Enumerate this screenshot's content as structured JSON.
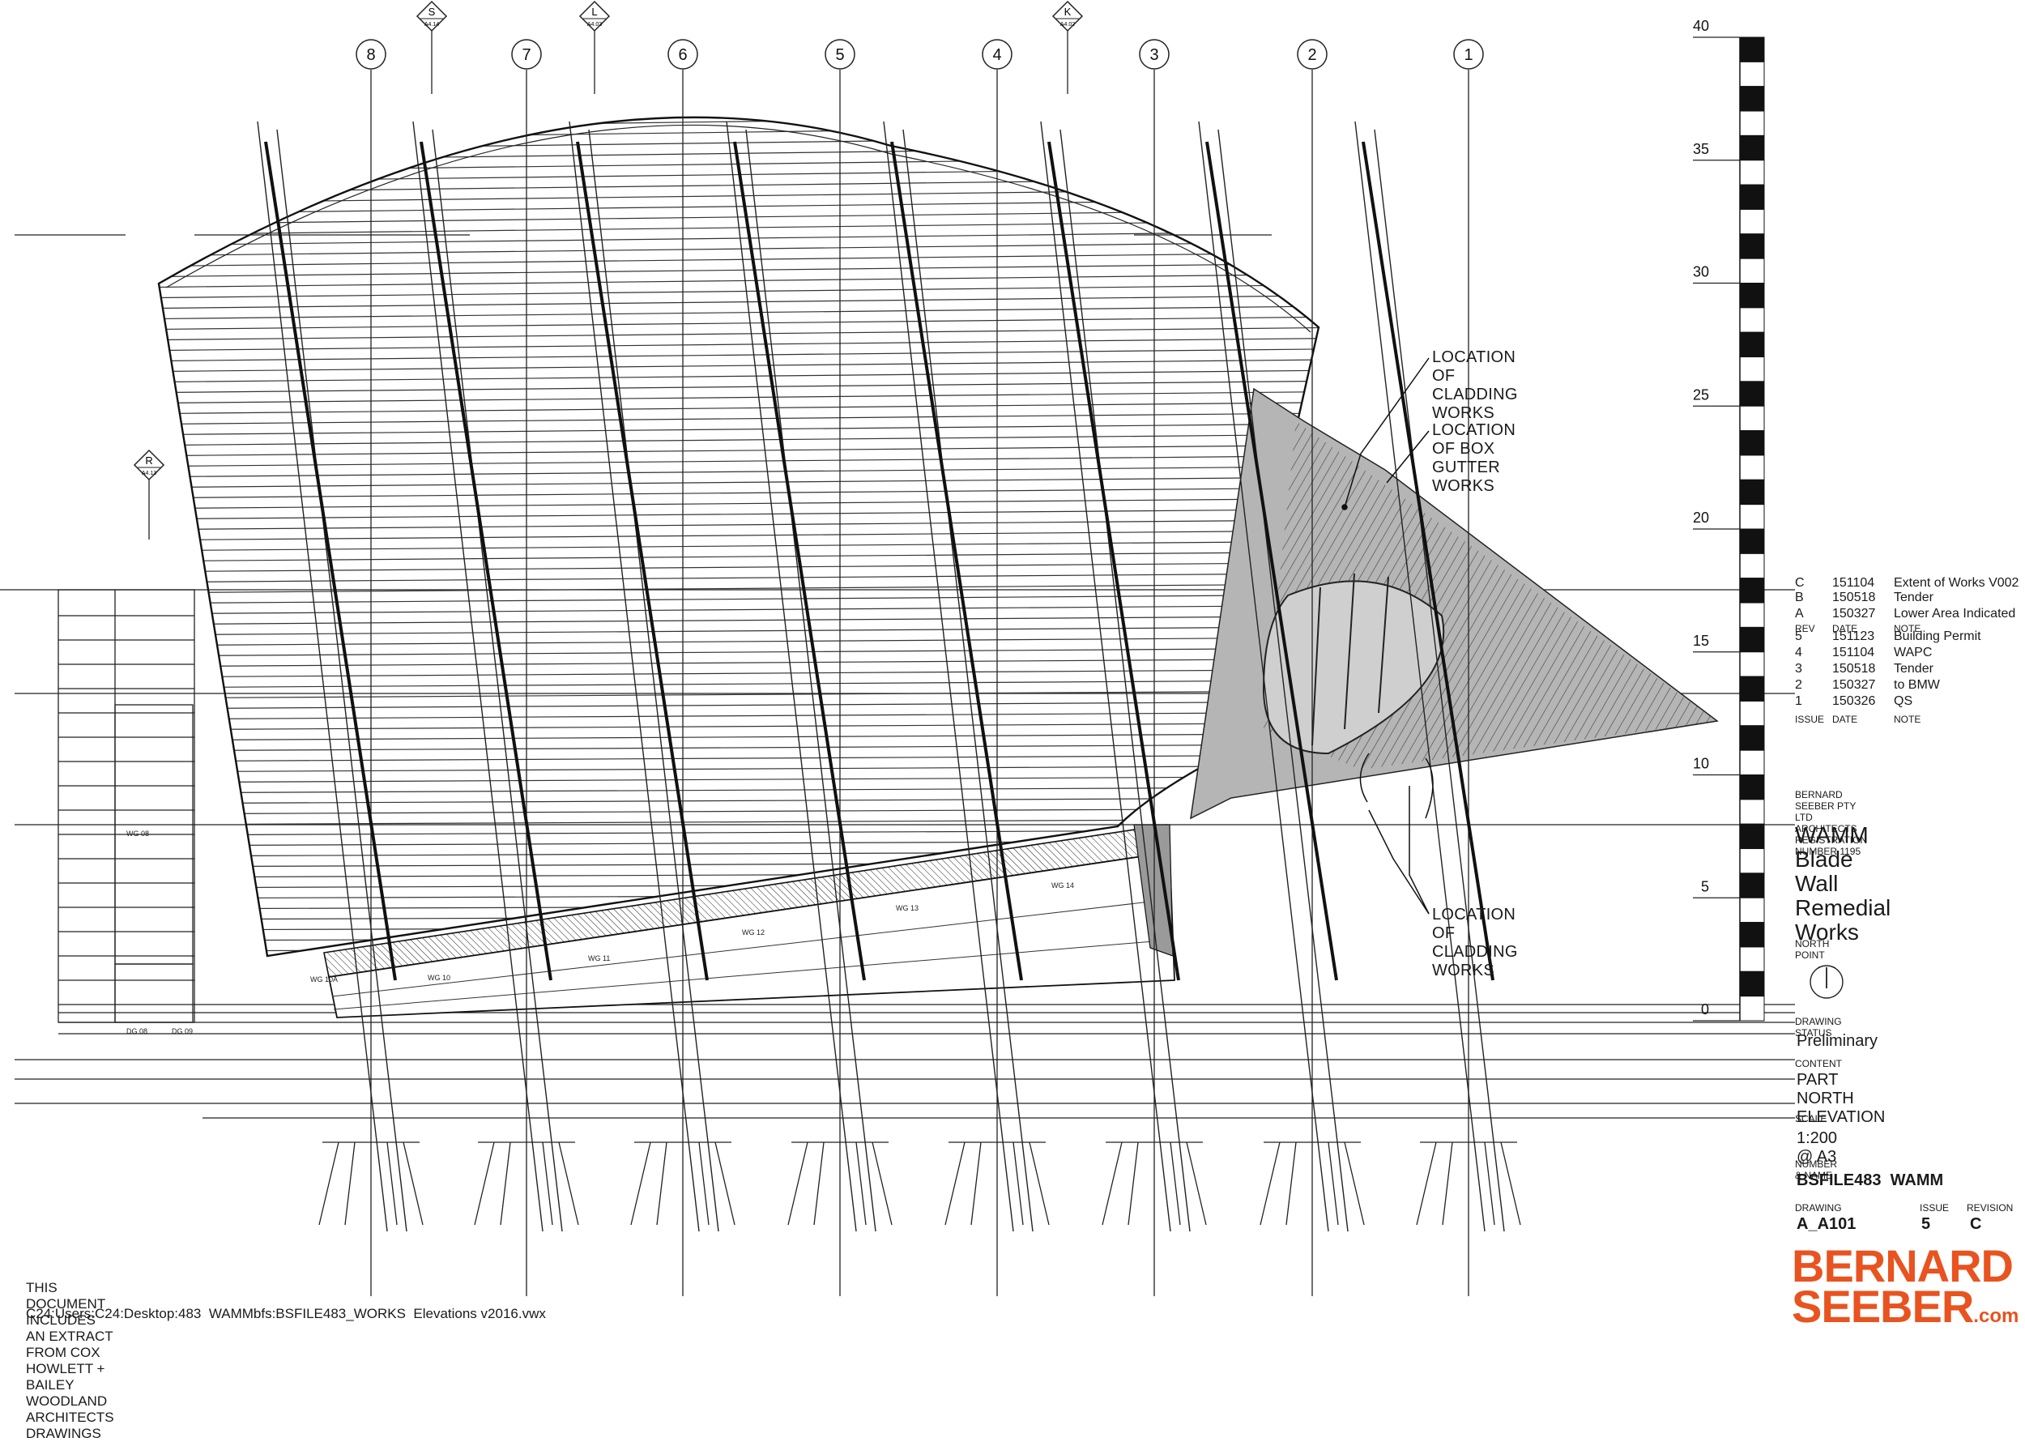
{
  "grid_bubbles": [
    "8",
    "7",
    "6",
    "5",
    "4",
    "3",
    "2",
    "1"
  ],
  "section_markers": [
    {
      "letter": "S",
      "ref": "A4.14"
    },
    {
      "letter": "L",
      "ref": "A4.03"
    },
    {
      "letter": "K",
      "ref": "A4.02"
    },
    {
      "letter": "R",
      "ref": "A4.13"
    }
  ],
  "panel_tags": [
    "WG 08",
    "WG 10A",
    "WG 10",
    "WG 11",
    "WG 12",
    "WG 13",
    "WG 14",
    "DG 08",
    "DG 09"
  ],
  "scale_bar": {
    "labels": [
      "40",
      "35",
      "30",
      "25",
      "20",
      "15",
      "10",
      "5",
      "0"
    ]
  },
  "callouts": {
    "cladding_upper": "LOCATION OF CLADDING WORKS",
    "box_gutter": "LOCATION OF BOX GUTTER WORKS",
    "cladding_lower": "LOCATION OF CLADDING WORKS"
  },
  "revisions": [
    {
      "rev": "C",
      "date": "151104",
      "note": "Extent of Works V002"
    },
    {
      "rev": "B",
      "date": "150518",
      "note": "Tender"
    },
    {
      "rev": "A",
      "date": "150327",
      "note": "Lower Area Indicated"
    }
  ],
  "revision_header": {
    "rev": "REV",
    "date": "DATE",
    "note": "NOTE"
  },
  "issues": [
    {
      "issue": "5",
      "date": "151123",
      "note": "Building Permit"
    },
    {
      "issue": "4",
      "date": "151104",
      "note": "WAPC"
    },
    {
      "issue": "3",
      "date": "150518",
      "note": "Tender"
    },
    {
      "issue": "2",
      "date": "150327",
      "note": "to BMW"
    },
    {
      "issue": "1",
      "date": "150326",
      "note": "QS"
    }
  ],
  "issue_header": {
    "issue": "ISSUE",
    "date": "DATE",
    "note": "NOTE"
  },
  "title_block": {
    "firm_name": "BERNARD SEEBER PTY LTD",
    "registration": "ARCHITECTS REGISTRATION NUMBER 1195",
    "project_line1": "WAMM",
    "project_line2": "Blade Wall",
    "project_line3": "Remedial Works",
    "north_point_label": "NORTH POINT",
    "drawing_status_label": "DRAWING STATUS",
    "drawing_status": "Preliminary",
    "content_label": "CONTENT",
    "content": "PART NORTH ELEVATION",
    "scale_label": "SCALE",
    "scale": "1:200 @ A3",
    "number_name_label": "NUMBER & NAME",
    "number_name": "BSFILE483  WAMM",
    "drawing_label": "DRAWING",
    "drawing": "A_A101",
    "issue_label": "ISSUE",
    "issue": "5",
    "revision_label": "REVISION",
    "revision": "C"
  },
  "logo": {
    "line1": "BERNARD",
    "line2": "SEEBER",
    "suffix": ".com"
  },
  "notes": {
    "extract": "THIS DOCUMENT INCLUDES AN EXTRACT FROM COX HOWLETT + BAILEY WOODLAND ARCHITECTS DRAWINGS",
    "file_path": "C24:Users:C24:Desktop:483  WAMMbfs:BSFILE483_WORKS  Elevations v2016.vwx"
  },
  "colors": {
    "ink": "#1a1a1a",
    "hatch_gray": "#b0b0b0",
    "logo_orange": "#e8531f"
  }
}
